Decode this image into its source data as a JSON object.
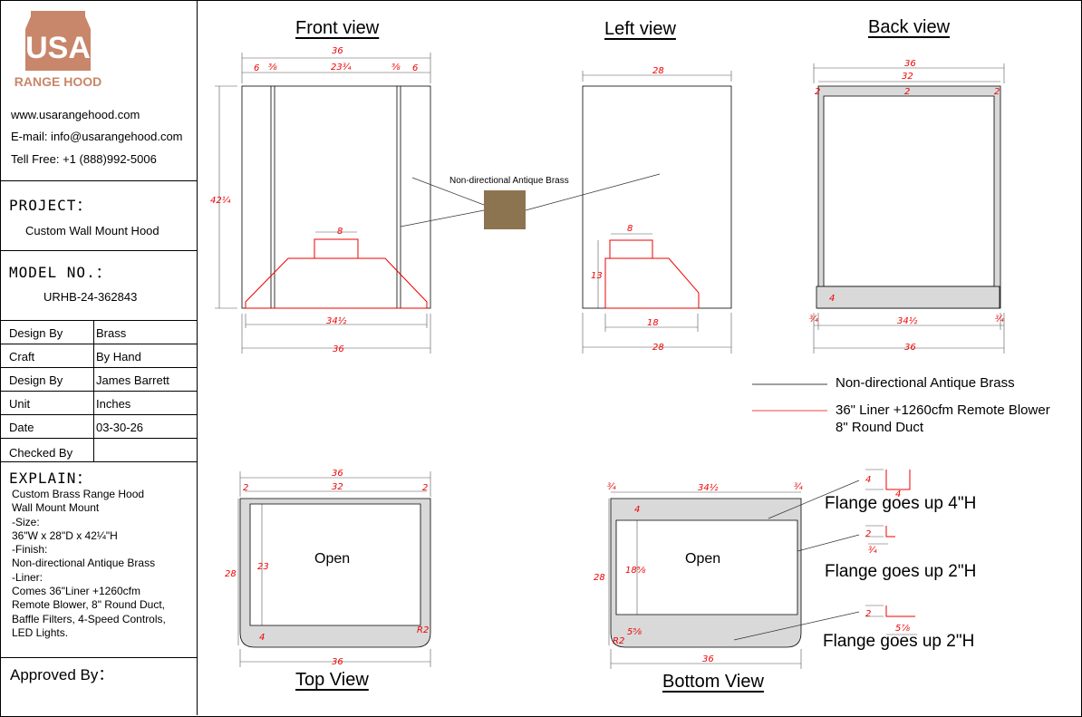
{
  "brand": {
    "logo_letters": "USA",
    "logo_sub": "RANGE HOOD"
  },
  "contact": {
    "website": "www.usarangehood.com",
    "email": "E-mail: info@usarangehood.com",
    "phone": "Tell Free: +1 (888)992-5006"
  },
  "project": {
    "label": "PROJECT：",
    "value": "Custom Wall Mount Hood"
  },
  "model": {
    "label": "MODEL NO.：",
    "value": "URHB-24-362843"
  },
  "specs": [
    {
      "key": "Design By",
      "value": "Brass"
    },
    {
      "key": "Craft",
      "value": "By Hand"
    },
    {
      "key": "Design By",
      "value": "James Barrett"
    },
    {
      "key": "Unit",
      "value": "Inches"
    },
    {
      "key": "Date",
      "value": "03-30-26"
    },
    {
      "key": "Checked By",
      "value": ""
    }
  ],
  "explain": {
    "label": "EXPLAIN：",
    "lines": [
      "Custom Brass Range Hood",
      "Wall Mount Mount",
      "-Size:",
      "36\"W x 28\"D x 42¼\"H",
      "-Finish:",
      "Non-directional Antique Brass",
      "-Liner:",
      "Comes 36\"Liner +1260cfm",
      "Remote Blower, 8\" Round Duct,",
      "Baffle Filters, 4-Speed Controls,",
      "LED Lights."
    ]
  },
  "approved": "Approved By：",
  "views": {
    "front": "Front view",
    "left": "Left view",
    "back": "Back view",
    "top": "Top View",
    "bottom": "Bottom View"
  },
  "swatch_label": "Non-directional Antique Brass",
  "legend": {
    "black": "Non-directional Antique Brass",
    "red_line1": "36\" Liner +1260cfm Remote Blower",
    "red_line2": "8\" Round Duct"
  },
  "open_label": "Open",
  "flanges": [
    "Flange goes up 4\"H",
    "Flange goes up 2\"H",
    "Flange goes up 2\"H"
  ],
  "dims": {
    "front": {
      "w_total": "36",
      "w_mid": "23¾",
      "w_edge": "6",
      "w_pillar": "⅜",
      "h": "42¼",
      "liner_top": "8",
      "liner_bottom": "34½",
      "bottom": "36"
    },
    "left": {
      "top": "28",
      "liner_top": "8",
      "liner_h": "13",
      "liner_bottom": "18",
      "bottom": "28"
    },
    "back": {
      "w_total": "36",
      "w_inner": "32",
      "side": "2",
      "bottom_band": "4",
      "bottom_inner": "34½",
      "edge": "¾",
      "bottom": "36"
    },
    "top": {
      "w_total": "36",
      "w_inner": "32",
      "side": "2",
      "depth": "28",
      "inner_depth": "23",
      "back": "4",
      "radius": "R2",
      "bottom": "36"
    },
    "bottom": {
      "edge": "¾",
      "inner": "34½",
      "depth": "28",
      "inner_depth": "18⅝",
      "band": "4",
      "front": "5⅝",
      "radius": "R2",
      "bottom": "36",
      "fl1_h": "4",
      "fl2_h": "2",
      "fl2_w": "¾",
      "fl3_h": "2",
      "fl3_w": "5⅞"
    }
  },
  "colors": {
    "dim_red": "#e00000",
    "brass": "#8d7450",
    "logo": "#c8866a",
    "panel_gray": "#d9d9d9"
  }
}
